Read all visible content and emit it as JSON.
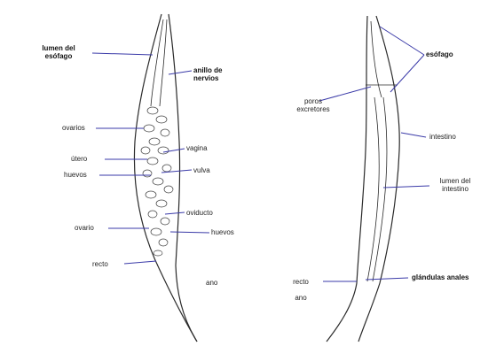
{
  "colors": {
    "leader": "#3a3aa8",
    "outline": "#2a2a2a",
    "background": "#ffffff"
  },
  "left_worm": {
    "labels": {
      "lumen_esofago": "lumen del\nesófago",
      "anillo_nervios": "anillo de\nnervios",
      "ovarios": "ovarios",
      "utero": "útero",
      "huevos_1": "huevos",
      "vagina": "vagina",
      "vulva": "vulva",
      "ovario": "ovario",
      "oviducto": "oviducto",
      "huevos_2": "huevos",
      "recto": "recto",
      "ano": "ano"
    }
  },
  "right_worm": {
    "labels": {
      "esofago": "esófago",
      "poros_excretores": "poros\nexcretores",
      "intestino": "intestino",
      "lumen_intestino": "lumen del\nintestino",
      "recto": "recto",
      "ano": "ano",
      "glandulas_anales": "glándulas anales"
    }
  }
}
